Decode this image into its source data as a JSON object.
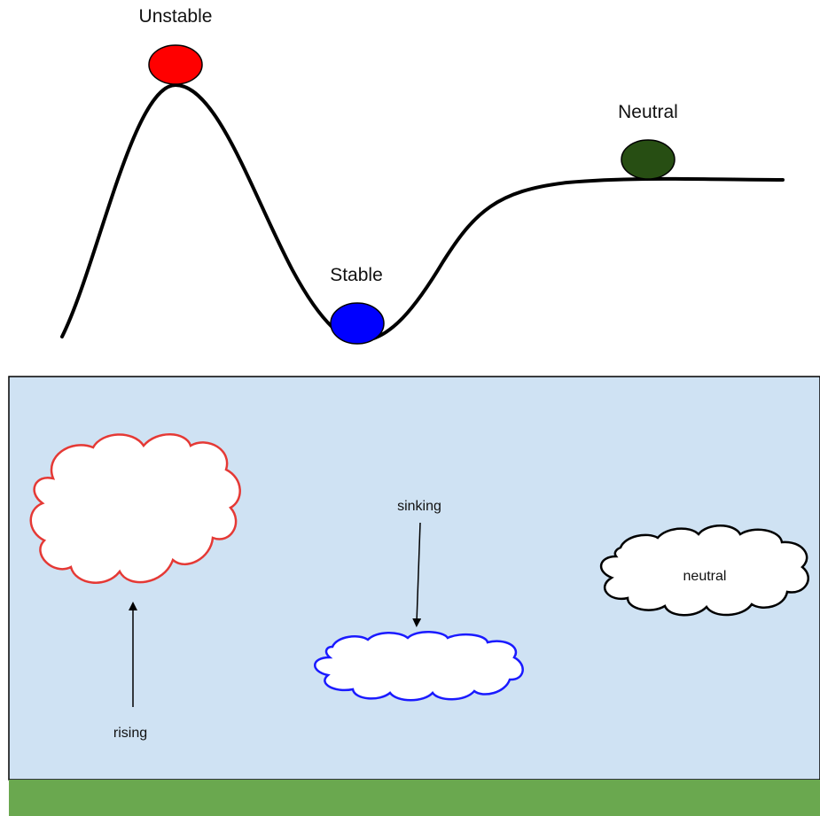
{
  "stability_curve": {
    "unstable_label": "Unstable",
    "stable_label": "Stable",
    "neutral_label": "Neutral"
  },
  "parcels": {
    "rising_label": "rising",
    "sinking_label": "sinking",
    "neutral_label": "neutral"
  },
  "colors": {
    "unstable_ball": "#ff0000",
    "stable_ball": "#0000ff",
    "neutral_ball": "#274e13",
    "sky": "#cfe2f3",
    "ground": "#6aa84f",
    "rising_cloud_outline": "#e53935",
    "sinking_cloud_outline": "#1a1aff",
    "neutral_cloud_outline": "#000000"
  },
  "icons": {
    "unstable_ball": "circle",
    "stable_ball": "circle",
    "neutral_ball": "circle",
    "rising_arrow": "arrow-up",
    "sinking_arrow": "arrow-down"
  }
}
